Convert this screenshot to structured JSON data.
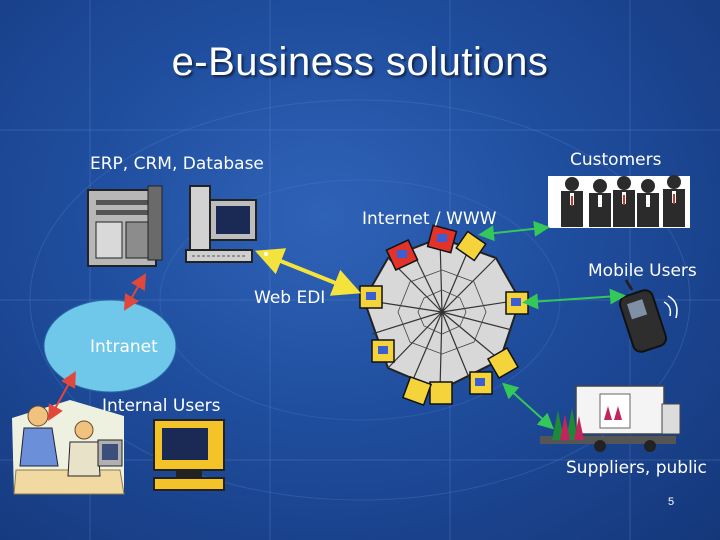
{
  "slide": {
    "title": "e-Business solutions",
    "page_number": "5"
  },
  "labels": {
    "erp": "ERP, CRM, Database",
    "customers": "Customers",
    "internet": "Internet / WWW",
    "mobile_users": "Mobile Users",
    "web_edi": "Web EDI",
    "intranet": "Intranet",
    "internal_users": "Internal Users",
    "suppliers": "Suppliers, public"
  },
  "colors": {
    "background": "#1f4d9d",
    "intranet_fill": "#6fc7ea",
    "green_arrow": "#34c759",
    "yellow_arrow": "#f4e33c",
    "red_arrow": "#e0483c"
  }
}
